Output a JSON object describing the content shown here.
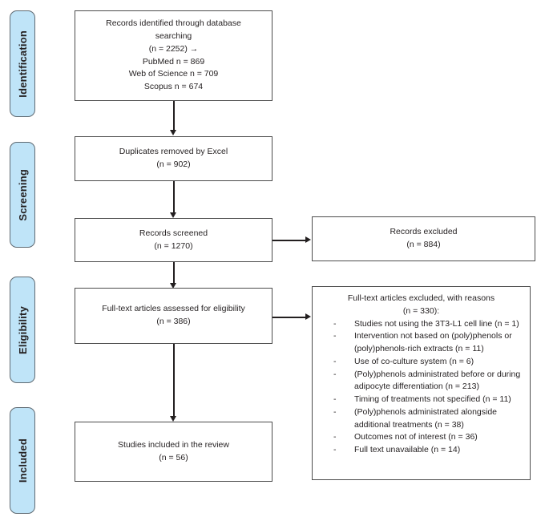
{
  "diagram": {
    "type": "prisma-flow-diagram",
    "colors": {
      "phase_fill": "#bfe4f8",
      "phase_border": "#5f6a72",
      "box_border": "#4c4c4c",
      "text": "#231f20",
      "background": "#ffffff"
    },
    "phases": [
      {
        "label": "Identification"
      },
      {
        "label": "Screening"
      },
      {
        "label": "Eligibility"
      },
      {
        "label": "Included"
      }
    ],
    "boxes": {
      "identification": {
        "lines": [
          "Records identified through database",
          "searching",
          "(n = 2252) →",
          "PubMed n = 869",
          "Web of Science n = 709",
          "Scopus n = 674"
        ]
      },
      "duplicates": {
        "lines": [
          "Duplicates removed by Excel",
          "(n = 902)"
        ]
      },
      "screened": {
        "lines": [
          "Records screened",
          "(n = 1270)"
        ]
      },
      "records_excluded": {
        "lines": [
          "Records excluded",
          "(n = 884)"
        ]
      },
      "fulltext_assessed": {
        "lines": [
          "Full-text articles assessed for eligibility",
          "(n = 386)"
        ]
      },
      "fulltext_excluded": {
        "heading": [
          "Full-text articles excluded, with reasons",
          "(n = 330):"
        ],
        "reasons": [
          "Studies not using the 3T3-L1 cell line (n = 1)",
          "Intervention not based on (poly)phenols or (poly)phenols-rich extracts (n = 11)",
          "Use of co-culture system (n = 6)",
          "(Poly)phenols administrated before or during adipocyte differentiation (n = 213)",
          "Timing of treatments not specified (n = 11)",
          "(Poly)phenols administrated alongside additional treatments (n = 38)",
          "Outcomes not of interest (n = 36)",
          "Full text unavailable (n = 14)"
        ]
      },
      "included": {
        "lines": [
          "Studies included in the review",
          "(n = 56)"
        ]
      }
    }
  }
}
